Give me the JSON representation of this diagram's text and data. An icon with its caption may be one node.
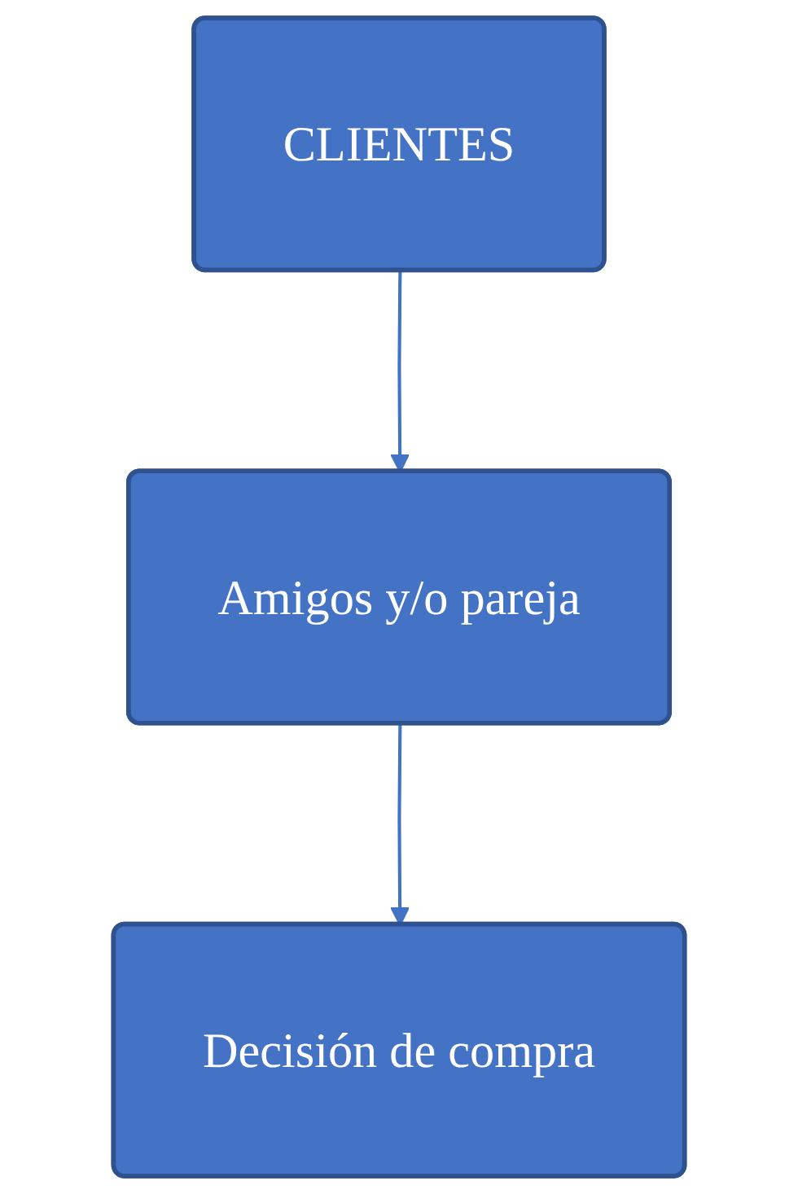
{
  "diagram": {
    "nodes": [
      {
        "text": [
          "CLIENTES"
        ]
      },
      {
        "text": [
          "Amigos y/o pareja"
        ]
      },
      {
        "text": [
          "Decisión de compra"
        ]
      }
    ],
    "edges": [
      {
        "from": 0,
        "to": 1,
        "arrow": "to"
      },
      {
        "from": 1,
        "to": 2,
        "arrow": "to"
      }
    ]
  }
}
